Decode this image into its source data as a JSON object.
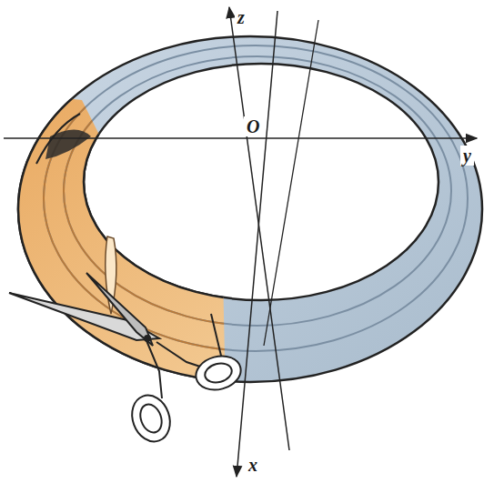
{
  "diagram": {
    "labels": [
      "z",
      "O",
      "y",
      "x"
    ]
  }
}
